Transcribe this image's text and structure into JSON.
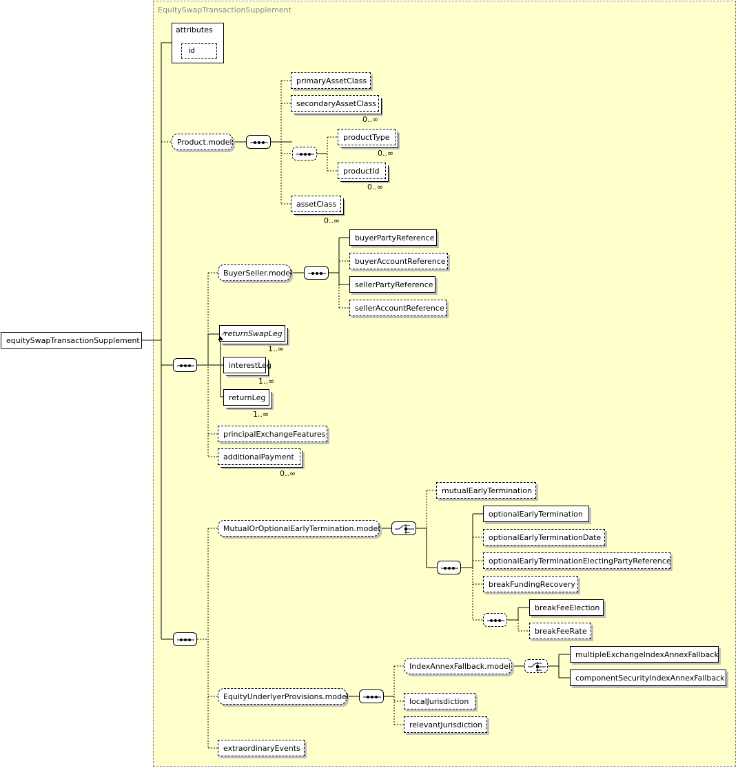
{
  "group_title": "EquitySwapTransactionSupplement",
  "root": "equitySwapTransactionSupplement",
  "attributes": {
    "label": "attributes",
    "id": "id"
  },
  "product_model": {
    "label": "Product.model",
    "primary": "primaryAssetClass",
    "secondary": "secondaryAssetClass",
    "secondary_card": "0..∞",
    "product_type": "productType",
    "product_type_card": "0..∞",
    "product_id": "productId",
    "product_id_card": "0..∞",
    "asset_class": "assetClass",
    "asset_class_card": "0..∞"
  },
  "buyer_seller": {
    "label": "BuyerSeller.model",
    "items": [
      "buyerPartyReference",
      "buyerAccountReference",
      "sellerPartyReference",
      "sellerAccountReference"
    ]
  },
  "legs": {
    "return_swap_leg": "returnSwapLeg",
    "return_swap_leg_card": "1..∞",
    "interest_leg": "interestLeg",
    "interest_leg_card": "1..∞",
    "return_leg": "returnLeg",
    "return_leg_card": "1..∞"
  },
  "principal": "principalExchangeFeatures",
  "additional_payment": "additionalPayment",
  "additional_payment_card": "0..∞",
  "termination": {
    "label": "MutualOrOptionalEarlyTermination.model",
    "mutual": "mutualEarlyTermination",
    "items": [
      "optionalEarlyTermination",
      "optionalEarlyTerminationDate",
      "optionalEarlyTerminationElectingPartyReference",
      "breakFundingRecovery"
    ],
    "break_fee_election": "breakFeeElection",
    "break_fee_rate": "breakFeeRate"
  },
  "underlyer": {
    "label": "EquityUnderlyerProvisions.model",
    "index_annex": "IndexAnnexFallback.model",
    "multiple": "multipleExchangeIndexAnnexFallback",
    "component": "componentSecurityIndexAnnexFallback",
    "local": "localJurisdiction",
    "relevant": "relevantJurisdiction"
  },
  "extraordinary": "extraordinaryEvents"
}
